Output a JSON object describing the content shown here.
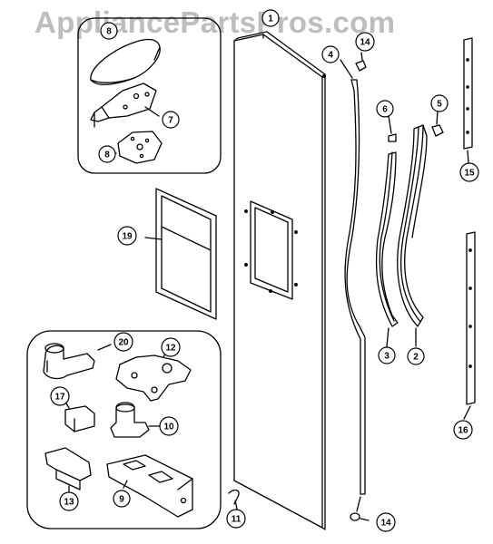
{
  "watermark": "AppliancePartsPros.com",
  "callouts": [
    {
      "id": "callout-1",
      "label": "1"
    },
    {
      "id": "callout-2",
      "label": "2"
    },
    {
      "id": "callout-3",
      "label": "3"
    },
    {
      "id": "callout-4",
      "label": "4"
    },
    {
      "id": "callout-5",
      "label": "5"
    },
    {
      "id": "callout-6",
      "label": "6"
    },
    {
      "id": "callout-7",
      "label": "7"
    },
    {
      "id": "callout-8a",
      "label": "8"
    },
    {
      "id": "callout-8b",
      "label": "8"
    },
    {
      "id": "callout-9",
      "label": "9"
    },
    {
      "id": "callout-10",
      "label": "10"
    },
    {
      "id": "callout-11",
      "label": "11"
    },
    {
      "id": "callout-12",
      "label": "12"
    },
    {
      "id": "callout-13",
      "label": "13"
    },
    {
      "id": "callout-14a",
      "label": "14"
    },
    {
      "id": "callout-14b",
      "label": "14"
    },
    {
      "id": "callout-15",
      "label": "15"
    },
    {
      "id": "callout-16",
      "label": "16"
    },
    {
      "id": "callout-17",
      "label": "17"
    },
    {
      "id": "callout-19",
      "label": "19"
    },
    {
      "id": "callout-20",
      "label": "20"
    }
  ]
}
